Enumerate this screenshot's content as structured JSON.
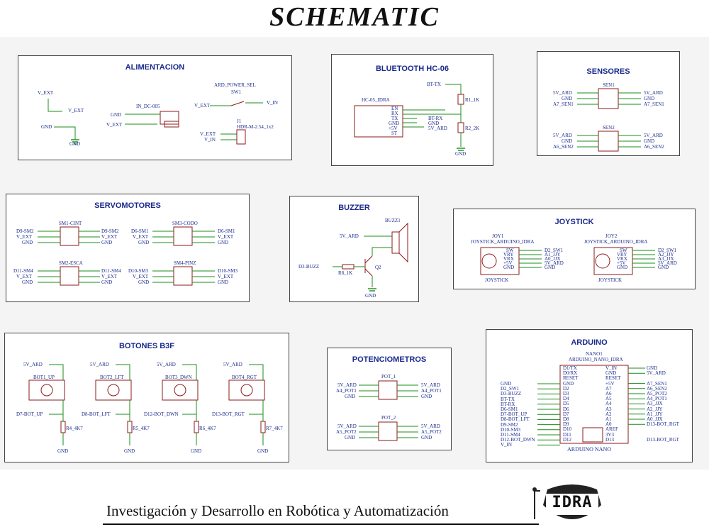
{
  "title": "SCHEMATIC",
  "footer": "Investigación y Desarrollo en Robótica y Automatización",
  "logo": "IDRA",
  "panels": {
    "alimentacion": {
      "title": "ALIMENTACION",
      "labels": [
        "V_EXT",
        "V_EXT",
        "GND",
        "GND",
        "IN_DC-005",
        "GND",
        "V_EXT",
        "ARD_POWER_SEL",
        "SW1",
        "V_EXT",
        "V_IN",
        "J1",
        "HDR-M-2.54_1x2",
        "V_EXT",
        "V_IN"
      ]
    },
    "bluetooth": {
      "title": "BLUETOOTH HC-06",
      "labels": [
        "HC-05_IDRA",
        "EN",
        "RX",
        "TX",
        "GND",
        "+5V",
        "ST",
        "BT-TX",
        "R1_1K",
        "BT-RX",
        "GND",
        "5V_ARD",
        "R2_2K",
        "GND"
      ]
    },
    "sensores": {
      "title": "SENSORES",
      "labels": [
        "SEN1",
        "5V_ARD",
        "GND",
        "A7_SEN1",
        "5V_ARD",
        "GND",
        "A7_SEN1",
        "SEN2",
        "5V_ARD",
        "GND",
        "A6_SEN2",
        "5V_ARD",
        "GND",
        "A6_SEN2"
      ]
    },
    "servomotores": {
      "title": "SERVOMOTORES",
      "labels": [
        "SM1-CINT",
        "D9-SM2",
        "V_EXT",
        "GND",
        "D9-SM2",
        "V_EXT",
        "GND",
        "SM3-CODO",
        "D6-SM1",
        "V_EXT",
        "GND",
        "D6-SM1",
        "V_EXT",
        "GND",
        "SM2-ESCA",
        "D11-SM4",
        "V_EXT",
        "GND",
        "D11-SM4",
        "V_EXT",
        "GND",
        "SM4-PINZ",
        "D10-SM3",
        "V_EXT",
        "GND",
        "D10-SM3",
        "V_EXT",
        "GND"
      ]
    },
    "buzzer": {
      "title": "BUZZER",
      "labels": [
        "BUZZ1",
        "5V_ARD",
        "D3-BUZZ",
        "R8_1K",
        "Q2",
        "GND"
      ]
    },
    "joystick": {
      "title": "JOYSTICK",
      "labels": [
        "JOY1",
        "JOYSTICK_ARDUINO_IDRA",
        "SW",
        "VRY",
        "VRX",
        "+5V",
        "GND",
        "D2_SW1",
        "A1_JJY",
        "A0_JJX",
        "5V_ARD",
        "GND",
        "JOYSTICK",
        "JOY2",
        "JOYSTICK_ARDUINO_IDRA",
        "SW",
        "VRY",
        "VRX",
        "+5V",
        "GND",
        "D2_SW1",
        "A2_JJY",
        "A3_JJX",
        "5V_ARD",
        "GND",
        "JOYSTICK"
      ]
    },
    "botones": {
      "title": "BOTONES B3F",
      "labels": [
        "5V_ARD",
        "BOT1_UP",
        "D7-BOT_UP",
        "R4_4K7",
        "GND",
        "5V_ARD",
        "BOT2_LFT",
        "D8-BOT_LFT",
        "R5_4K7",
        "GND",
        "5V_ARD",
        "BOT3_DWN",
        "D12-BOT_DWN",
        "R6_4K7",
        "GND",
        "5V_ARD",
        "BOT4_RGT",
        "D13-BOT_RGT",
        "R7_4K7",
        "GND"
      ]
    },
    "potenciometros": {
      "title": "POTENCIOMETROS",
      "labels": [
        "POT_1",
        "5V_ARD",
        "A4_POT1",
        "GND",
        "5V_ARD",
        "A4_POT1",
        "GND",
        "POT_2",
        "5V_ARD",
        "A5_POT2",
        "GND",
        "5V_ARD",
        "A5_POT2",
        "GND"
      ]
    },
    "arduino": {
      "title": "ARDUINO",
      "labels": [
        "NANO1",
        "ARDUINO_NANO_IDRA",
        "ARDUINO NANO",
        "D1/TX",
        "D0/RX",
        "RESET",
        "GND",
        "D2",
        "D3",
        "D4",
        "D5",
        "D6",
        "D7",
        "D8",
        "D9",
        "D10",
        "D11",
        "D12",
        "V_IN",
        "GND",
        "RESET",
        "+5V",
        "A7",
        "A6",
        "A5",
        "A4",
        "A3",
        "A2",
        "A1",
        "A0",
        "AREF",
        "3V3",
        "D13",
        "GND",
        "D2_SW1",
        "D3-BUZZ",
        "BT-TX",
        "BT-RX",
        "D6-SM1",
        "D7-BOT_UP",
        "D8-BOT_LFT",
        "D9-SM2",
        "D10-SM3",
        "D11-SM4",
        "D12-BOT_DWN",
        "V_IN",
        "GND",
        "5V_ARD",
        "A7_SEN1",
        "A6_SEN2",
        "A5_POT2",
        "A4_POT1",
        "A3_JJX",
        "A2_JJY",
        "A1_JJY",
        "A0_JJX",
        "D13-BOT_RGT"
      ]
    }
  },
  "colors": {
    "panel_title": "#1a2a8c",
    "wire": "#1a8c1a",
    "part": "#8c1a1a",
    "net": "#1a2a8c"
  }
}
